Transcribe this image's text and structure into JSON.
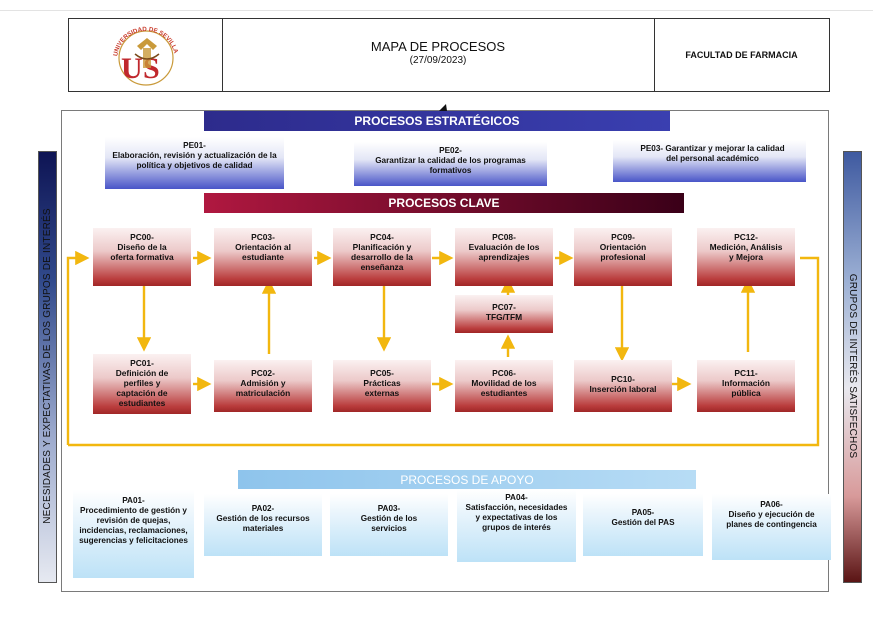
{
  "header": {
    "logo_text": "UNIVERSIDAD DE SEVILLA",
    "title": "MAPA DE PROCESOS",
    "date": "(27/09/2023)",
    "faculty": "FACULTAD DE FARMACIA"
  },
  "left_sidebar": "NECESIDADES Y EXPECTATIVAS DE LOS GRUPOS DE INTERÉS",
  "right_sidebar": "GRUPOS DE INTERÉS SATISFECHOS",
  "strategic": {
    "title": "PROCESOS ESTRATÉGICOS",
    "items": [
      {
        "code": "PE01-",
        "text": "Elaboración, revisión y actualización de la política y objetivos de calidad"
      },
      {
        "code": "PE02-",
        "text": "Garantizar la calidad de los programas formativos"
      },
      {
        "code": "",
        "text": "PE03- Garantizar y mejorar la calidad del personal académico"
      }
    ]
  },
  "key": {
    "title": "PROCESOS CLAVE",
    "items": {
      "pc00": {
        "code": "PC00-",
        "text": "Diseño de la oferta formativa"
      },
      "pc03": {
        "code": "PC03-",
        "text": "Orientación al estudiante"
      },
      "pc04": {
        "code": "PC04-",
        "text": "Planificación y desarrollo de la enseñanza"
      },
      "pc08": {
        "code": "PC08-",
        "text": "Evaluación de los aprendizajes"
      },
      "pc09": {
        "code": "PC09-",
        "text": "Orientación profesional"
      },
      "pc12": {
        "code": "PC12-",
        "text": "Medición, Análisis y Mejora"
      },
      "pc07": {
        "code": "PC07-",
        "text": "TFG/TFM"
      },
      "pc01": {
        "code": "PC01-",
        "text": "Definición de perfiles y captación de estudiantes"
      },
      "pc02": {
        "code": "PC02-",
        "text": "Admisión y matriculación"
      },
      "pc05": {
        "code": "PC05-",
        "text": "Prácticas externas"
      },
      "pc06": {
        "code": "PC06-",
        "text": "Movilidad de los estudiantes"
      },
      "pc10": {
        "code": "PC10-",
        "text": "Inserción laboral"
      },
      "pc11": {
        "code": "PC11-",
        "text": "Información pública"
      }
    }
  },
  "support": {
    "title": "PROCESOS  DE  APOYO",
    "items": [
      {
        "code": "PA01-",
        "text": "Procedimiento de gestión y revisión de quejas, incidencias, reclamaciones, sugerencias y felicitaciones"
      },
      {
        "code": "PA02-",
        "text": "Gestión de los recursos materiales"
      },
      {
        "code": "PA03-",
        "text": "Gestión de los servicios"
      },
      {
        "code": "PA04-",
        "text": "Satisfacción, necesidades y expectativas de los grupos de interés"
      },
      {
        "code": "PA05-",
        "text": "Gestión del PAS"
      },
      {
        "code": "PA06-",
        "text": "Diseño y ejecución de planes de contingencia"
      }
    ]
  },
  "colors": {
    "flow_arrow": "#f2b70f",
    "strategic_banner": "#2d2b8c",
    "key_banner": "#8c1030",
    "support_banner": "#8ec4ec"
  }
}
